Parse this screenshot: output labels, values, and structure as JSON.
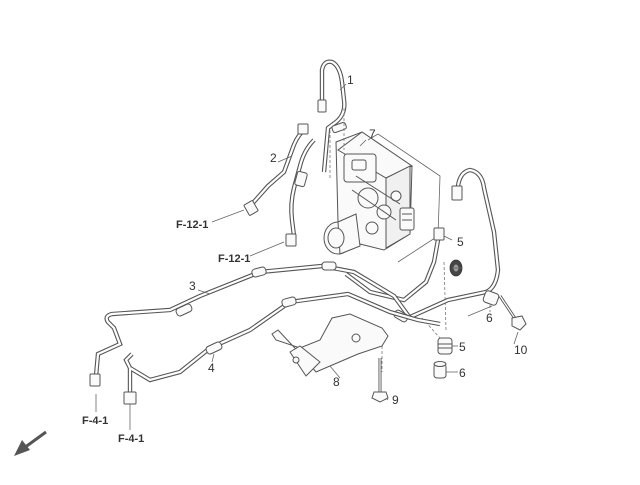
{
  "callouts": {
    "c1": "1",
    "c2": "2",
    "c3": "3",
    "c4": "4",
    "c5a": "5",
    "c5b": "5",
    "c6a": "6",
    "c6b": "6",
    "c7": "7",
    "c8": "8",
    "c9": "9",
    "c10": "10"
  },
  "references": {
    "f12_top": "F-12-1",
    "f12_bottom": "F-12-1",
    "f4_left": "F-4-1",
    "f4_right": "F-4-1"
  },
  "icons": {
    "direction": "front-direction-arrow-icon"
  },
  "colors": {
    "line": "#555555",
    "text": "#333333",
    "background": "#ffffff"
  }
}
